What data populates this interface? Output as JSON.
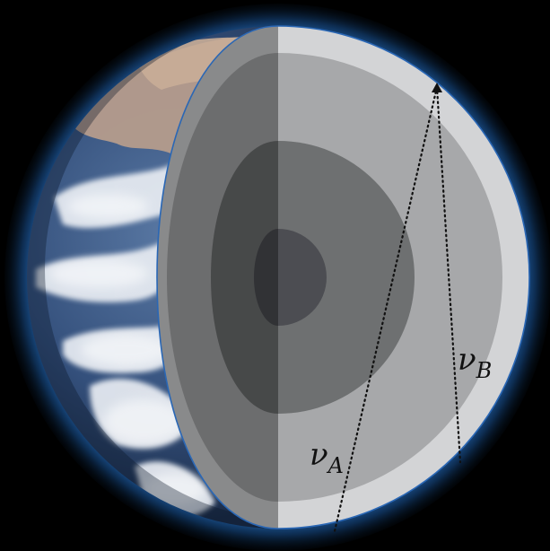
{
  "diagram": {
    "labels": {
      "nu_a": {
        "symbol": "ν",
        "subscript": "A"
      },
      "nu_b": {
        "symbol": "ν",
        "subscript": "B"
      }
    },
    "colors": {
      "space": "#000000",
      "glow": "#1e5fa8",
      "crust": "#d3d4d6",
      "mantle": "#a7a8aa",
      "outer_core": "#6e7071",
      "inner_core": "#4c4d52",
      "cutaway_shadow": "rgba(0,0,0,0.35)",
      "rim": "#2a67b5",
      "ocean": "#30486e",
      "cloud": "#e9edf3",
      "land": "#b59a86",
      "neutrino_path": "#111111"
    },
    "layers": [
      "crust",
      "mantle",
      "outer_core",
      "inner_core"
    ]
  }
}
